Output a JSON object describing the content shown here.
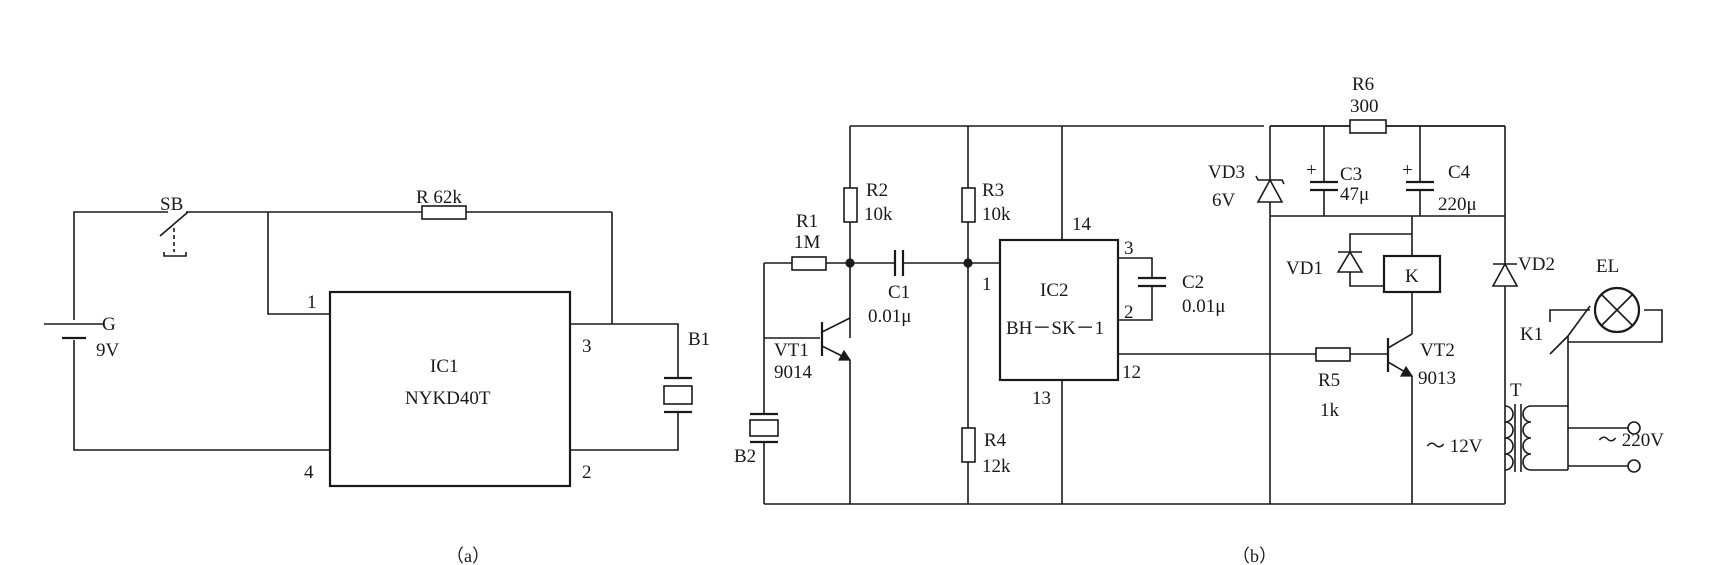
{
  "diagram_a": {
    "switch": "SB",
    "resistor": "R 62k",
    "battery_name": "G",
    "battery_value": "9V",
    "ic_name": "IC1",
    "ic_part": "NYKD40T",
    "pin1": "1",
    "pin2": "2",
    "pin3": "3",
    "pin4": "4",
    "buzzer": "B1",
    "caption": "（a）"
  },
  "diagram_b": {
    "r1_name": "R1",
    "r1_value": "1M",
    "r2_name": "R2",
    "r2_value": "10k",
    "r3_name": "R3",
    "r3_value": "10k",
    "r4_name": "R4",
    "r4_value": "12k",
    "r5_name": "R5",
    "r5_value": "1k",
    "r6_name": "R6",
    "r6_value": "300",
    "c1_name": "C1",
    "c1_value": "0.01μ",
    "c2_name": "C2",
    "c2_value": "0.01μ",
    "c3_name": "C3",
    "c3_value": "47μ",
    "c4_name": "C4",
    "c4_value": "220μ",
    "vt1_name": "VT1",
    "vt1_value": "9014",
    "vt2_name": "VT2",
    "vt2_value": "9013",
    "vd1": "VD1",
    "vd2": "VD2",
    "vd3_name": "VD3",
    "vd3_value": "6V",
    "ic_name": "IC2",
    "ic_part": "BH－SK－1",
    "ic_pin1": "1",
    "ic_pin2": "2",
    "ic_pin3": "3",
    "ic_pin12": "12",
    "ic_pin13": "13",
    "ic_pin14": "14",
    "relay": "K",
    "contact": "K1",
    "lamp": "EL",
    "transformer": "T",
    "mic": "B2",
    "secondary": "～ 12V",
    "mains": "～ 220V",
    "plus3": "+",
    "plus4": "+",
    "caption": "（b）"
  }
}
